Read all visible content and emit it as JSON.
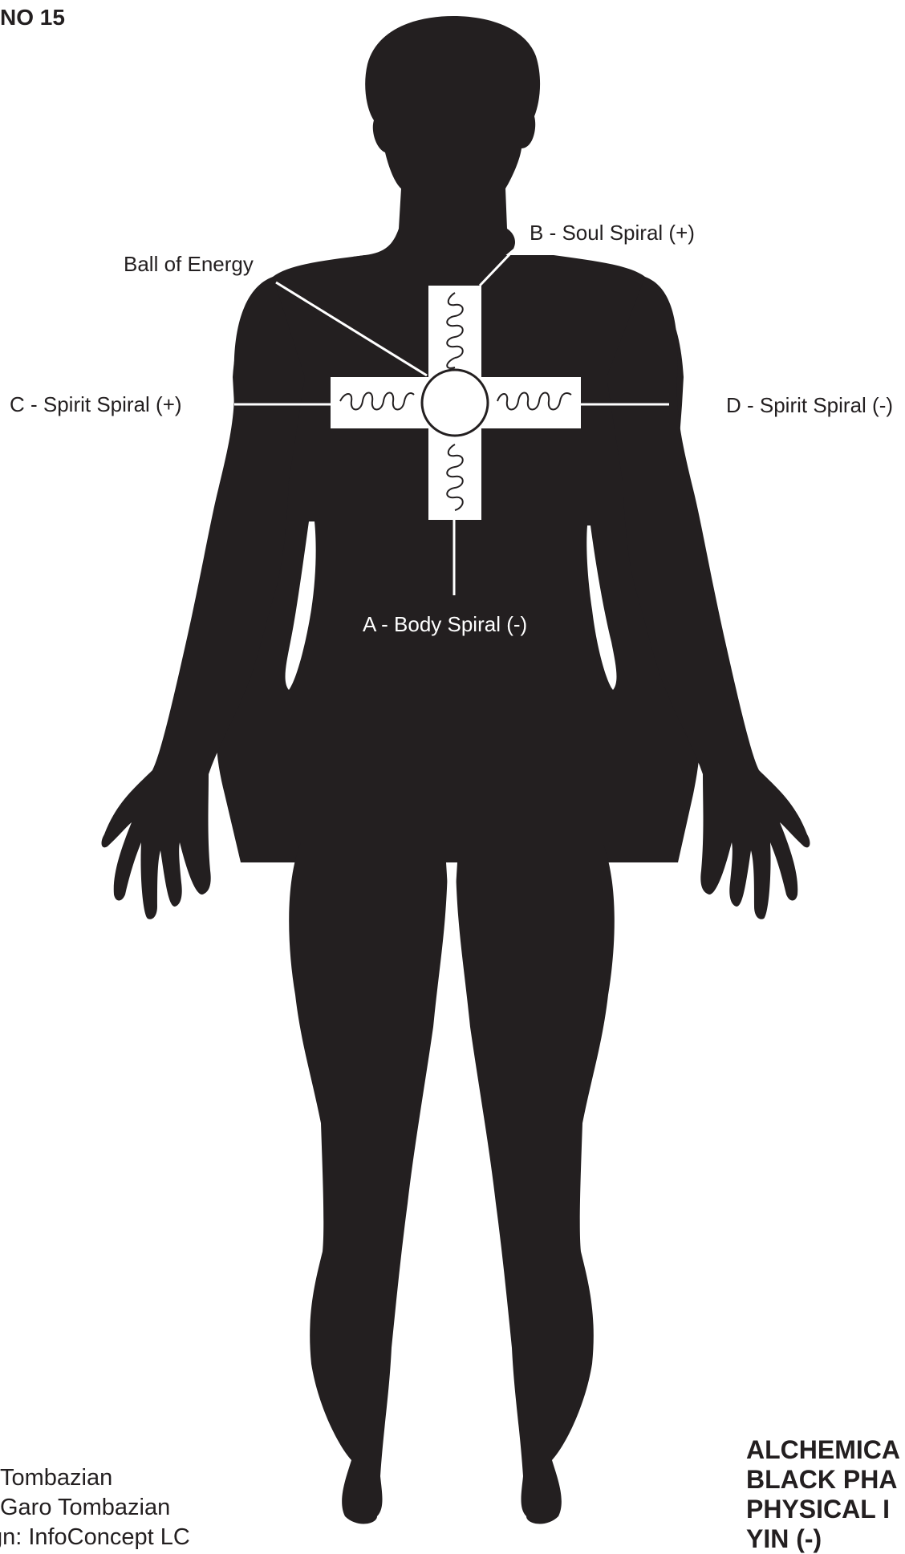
{
  "plate": {
    "number_label": "NO 15"
  },
  "labels": {
    "soul_spiral": "B - Soul Spiral (+)",
    "ball_of_energy": "Ball of Energy",
    "spirit_spiral_left": "C - Spirit Spiral (+)",
    "spirit_spiral_right": "D - Spirit Spiral (-)",
    "body_spiral": "A - Body Spiral (-)"
  },
  "credits": {
    "line1": "Tombazian",
    "line2": "Garo Tombazian",
    "line3": "sign: InfoConcept LC"
  },
  "caption": {
    "line1": "ALCHEMICA",
    "line2": "BLACK PHA",
    "line3": "PHYSICAL I",
    "line4": "YIN (-)"
  },
  "colors": {
    "ink": "#231f20",
    "paper": "#ffffff"
  }
}
